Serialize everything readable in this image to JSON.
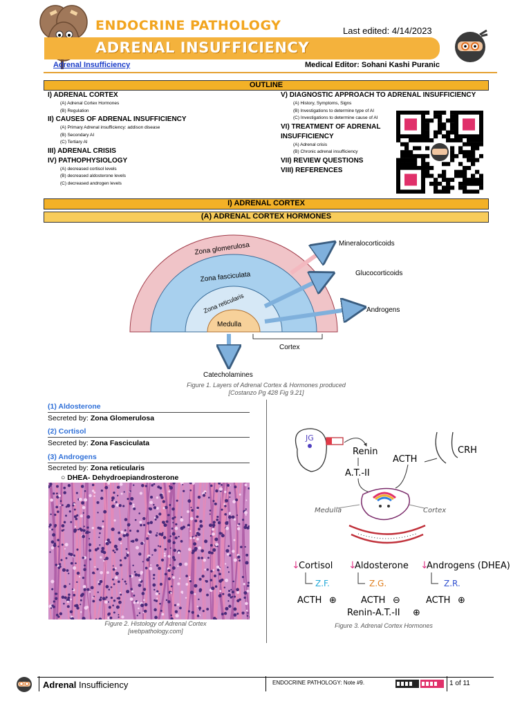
{
  "header": {
    "category": "ENDOCRINE PATHOLOGY",
    "title": "ADRENAL INSUFFICIENCY",
    "last_edited": "Last edited: 4/14/2023",
    "link": "Adrenal Insufficiency",
    "editor": "Medical Editor: Sohani Kashi Puranic"
  },
  "outline": {
    "title": "OUTLINE",
    "left": [
      {
        "h": "I) ADRENAL CORTEX",
        "subs": [
          "(A) Adrenal Cortex Hormones",
          "(B) Regulation"
        ]
      },
      {
        "h": "II) CAUSES OF ADRENAL INSUFFICIENCY",
        "subs": [
          "(A) Primary Adrenal insufficiency: addison disease",
          "(B) Secondary AI",
          "(C) Tertiary AI"
        ]
      },
      {
        "h": "III) ADRENAL CRISIS",
        "subs": []
      },
      {
        "h": "IV) PATHOPHYSIOLOGY",
        "subs": [
          "(A) decreased cortisol levels",
          "(B) decreased aldosterone levels",
          "(C) decreased androgen levels"
        ]
      }
    ],
    "right": {
      "v_h": "V) DIAGNOSTIC APPROACH TO ADRENAL INSUFFICIENCY",
      "v_subs": [
        "(A) History, Symptoms, Signs",
        "(B) Investigations to determine type of AI",
        "(C) Investigations to determine cause of AI"
      ],
      "vi_h1": "VI) TREATMENT OF ADRENAL",
      "vi_h2": "INSUFFICIENCY",
      "vi_subs": [
        "(A) Adrenal crisis",
        "(B) Chronic adrenal insufficiency"
      ],
      "vii": "VII) REVIEW QUESTIONS",
      "viii": "VIII) REFERENCES"
    }
  },
  "section1": {
    "title": "I)  ADRENAL CORTEX",
    "sub": "(A)  ADRENAL CORTEX HORMONES"
  },
  "figure1": {
    "zone_g": "Zona glomerulosa",
    "zone_f": "Zona fasciculata",
    "zone_r": "Zona reticularis",
    "medulla": "Medulla",
    "cortex": "Cortex",
    "mineralo": "Mineralocorticoids",
    "gluco": "Glucocorticoids",
    "andro": "Androgens",
    "catechol": "Catecholamines",
    "caption1": "Figure 1. Layers of Adrenal Cortex & Hormones produced",
    "caption2": "[Costanzo Pg 428 Fig 9.21]"
  },
  "hormones": [
    {
      "h": "(1)  Aldosterone",
      "pre": "Secreted by: ",
      "zone": "Zona Glomerulosa"
    },
    {
      "h": "(2)  Cortisol",
      "pre": "Secreted by: ",
      "zone": "Zona Fasciculata"
    },
    {
      "h": "(3)  Androgens",
      "pre": "Secreted by: ",
      "zone": "Zona reticularis"
    }
  ],
  "dhea": "DHEA- Dehydroepiandrosterone",
  "figure2": {
    "caption1": "Figure 2. Histology of Adrenal Cortex",
    "caption2": "[webpathology.com]"
  },
  "figure3": {
    "jg": "JG",
    "renin": "Renin",
    "at2": "A.T.-II",
    "acth": "ACTH",
    "crh": "CRH",
    "medulla": "Medulla",
    "cortex": "Cortex",
    "cortisol": "Cortisol",
    "aldosterone": "Aldosterone",
    "androgens": "Androgens (DHEA)",
    "zf": "Z.F.",
    "zg": "Z.G.",
    "zr": "Z.R.",
    "acth_plus1": "ACTH",
    "acth_minus": "ACTH",
    "acth_plus2": "ACTH",
    "renin_at": "Renin-A.T.-II",
    "caption": "Figure 3. Adrenal Cortex Hormones"
  },
  "footer": {
    "title_bold": "Adrenal",
    "title_rest": " Insufficiency",
    "note": "ENDOCRINE PATHOLOGY: Note #9.",
    "page": "1 of 11"
  },
  "colors": {
    "accent": "#f4b23c",
    "link": "#1a3cc8",
    "heading_blue": "#2e6fd8"
  }
}
